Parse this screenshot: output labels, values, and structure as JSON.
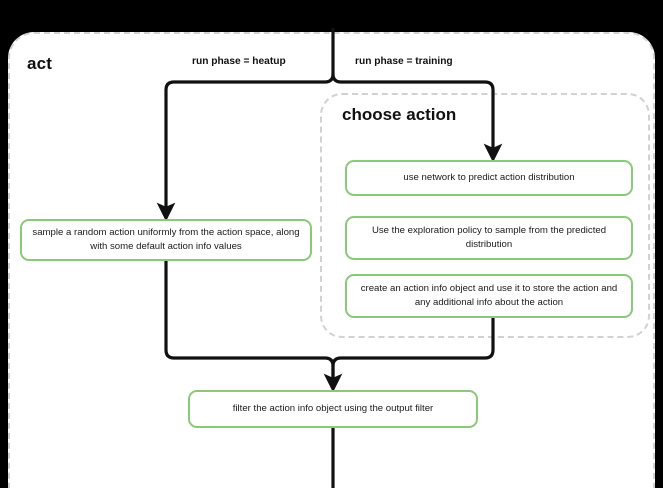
{
  "diagram": {
    "title": "act",
    "background_color": "#000000",
    "surface_color": "#ffffff",
    "accent_color": "#8bc97a",
    "dashed_border_color": "#d2d2d2",
    "connector_color": "#111111",
    "subgroup": {
      "title": "choose action"
    },
    "edge_labels": {
      "heatup": "run phase = heatup",
      "training": "run phase = training"
    },
    "nodes": {
      "sample_random_action": "sample a random action uniformly from the action space, along with some default action info values",
      "use_network_predict": "use network to predict action distribution",
      "exploration_policy": "Use the exploration policy to sample from the predicted distribution",
      "create_action_info": "create an action info object and use it to store the action and any additional info about the action",
      "filter_action_info": "filter the action info object using the output filter"
    }
  }
}
